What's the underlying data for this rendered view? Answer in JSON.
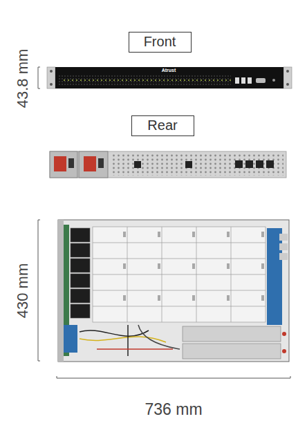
{
  "diagram": {
    "nodes": [
      {
        "text": [
          "Front"
        ]
      },
      {
        "text": [
          "Rear"
        ]
      }
    ],
    "labels": [
      "43.8 mm",
      "Atrust",
      "430 mm",
      "736 mm"
    ]
  }
}
